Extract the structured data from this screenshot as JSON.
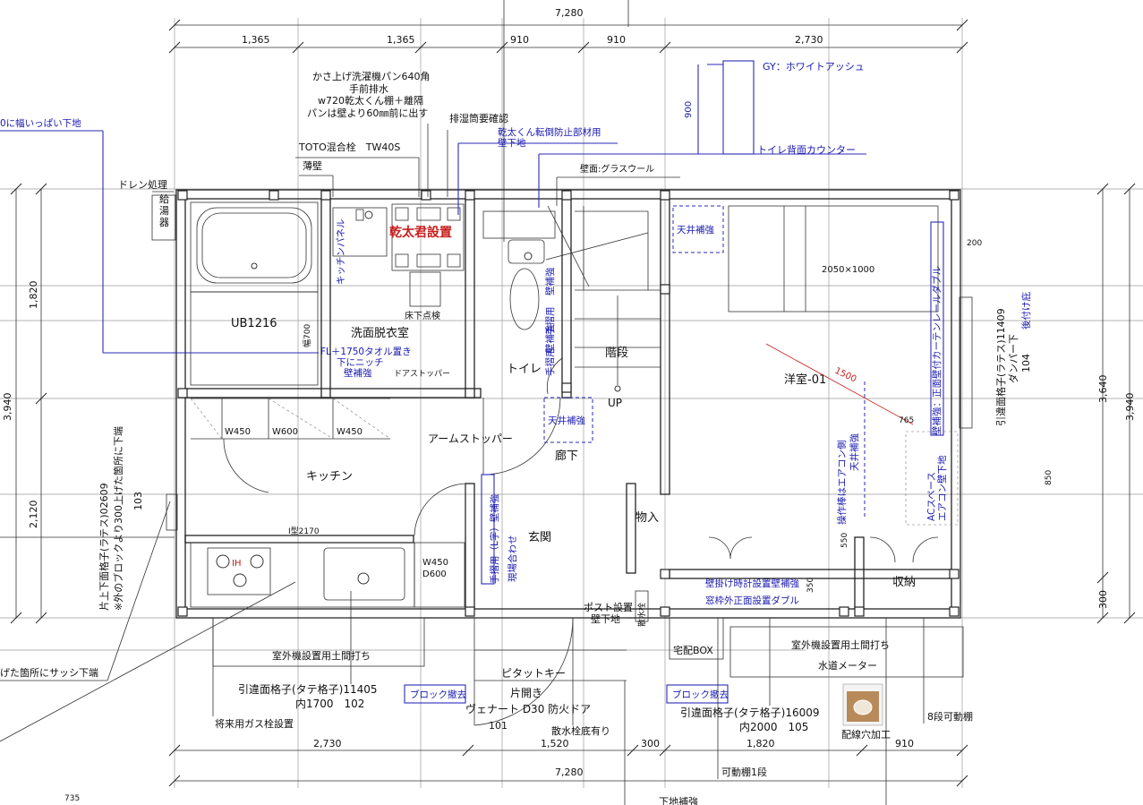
{
  "dimensions": {
    "top_total": "7,280",
    "top_segments": [
      "1,365",
      "1,365",
      "910",
      "910",
      "2,730"
    ],
    "bottom_segments": [
      "2,730",
      "1,520",
      "300",
      "1,820",
      "910"
    ],
    "bottom_total": "7,280",
    "left_total": "3,940",
    "left_segments": [
      "1,820",
      "2,120"
    ],
    "right_total_outer": "3,940",
    "right_total_inner": "3,640",
    "right_bottom": "300",
    "misc_left": "103",
    "misc_bottom_left": "735",
    "dim_900": "900",
    "dim_200": "200",
    "dim_850": "850",
    "dim_550": "550",
    "dim_350": "350"
  },
  "rooms": {
    "ub": "UB1216",
    "washroom": "洗面脱衣室",
    "toilet": "トイレ",
    "stairs": "階段",
    "up": "UP",
    "kitchen": "キッチン",
    "corridor": "廊下",
    "entrance": "玄関",
    "storage_small": "物入",
    "western_room": "洋室-01",
    "closet": "収納",
    "kyuto": "給湯器"
  },
  "annotations": {
    "laundry_pan": "かさ上げ洗濯機パン640角",
    "front_drain": "手前排水",
    "kantakun_shelf": "w720乾太くん棚＋離隔",
    "pan_offset": "パンは壁より60㎜前に出す",
    "exhaust_pipe": "排湿筒要確認",
    "toto_faucet": "TOTO混合栓　TW40S",
    "thin_wall": "薄壁",
    "drain": "ドレン処理",
    "kantakun_install": "乾太君設置",
    "floor_inspection": "床下点検",
    "door_stopper": "ドアストッパー",
    "arm_stopper": "アームストッパー",
    "wall_finish": "壁面:グラスウール",
    "gy_color": "GY：ホワイトアッシュ",
    "toilet_counter": "トイレ背面カウンター",
    "size_2050": "2050×1000",
    "dim_1500": "1500",
    "dim_765": "765",
    "kitchen_type": "I型2170",
    "w450_a": "W450",
    "w600": "W600",
    "w450_b": "W450",
    "w450_d600": "W450\nD600",
    "width_700": "幅700",
    "ih": "IH",
    "outdoor_unit_left": "室外機設置用土間打ち",
    "outdoor_unit_right": "室外機設置用土間打ち",
    "water_meter": "水道メーター",
    "window_left": "引違面格子(タテ格子)11405",
    "window_left_sub": "内1700　102",
    "future_gas": "将来用ガス栓設置",
    "block_remove_left": "ブロック撤去",
    "block_remove_right": "ブロック撤去",
    "pitatto_key": "ピタットキー",
    "single_swing": "片開き",
    "door_spec": "ヴェナート D30 防火ドア",
    "door_no": "101",
    "drain_hose": "散水栓底有り",
    "window_right": "引違面格子(タテ格子)16009",
    "window_right_sub": "内2000　105",
    "wiring_hole": "配線穴加工",
    "movable_shelf_8": "8段可動棚",
    "movable_shelf_1": "可動棚1段",
    "post": "ポスト設置",
    "wall_base_post": "壁下地",
    "delivery_box": "宅配BOX",
    "drain_box": "散水栓",
    "window_side_left": "片上下面格子(ラテス)02609",
    "window_side_left_sub": "※外のブロックより300上げた箇所に下端",
    "left_note_top": "0に幅いっぱい下地",
    "left_note_bottom": "げた箇所にサッシ下端",
    "window_side_right": "引違面格子(ラテス)11409",
    "window_side_right_sub": "ダンパー下",
    "window_side_right_no": "104",
    "retrofit": "後付け庇",
    "under_base": "下地補強"
  },
  "blue_notes": {
    "kitchen_panel": "キッチンパネル",
    "kantakun_fall": "乾太くん転倒防止部材用",
    "wall_base": "壁下地",
    "towel": "FL＋1750タオル置き",
    "niche": "下にニッチ",
    "wall_reinforce_wash": "壁補強",
    "ceiling_reinforce_1": "天井補強",
    "ceiling_reinforce_2": "天井補強",
    "handrail_1": "手摺用",
    "handrail_1b": "壁補強",
    "handrail_2": "手摺用",
    "handrail_2b": "壁補強",
    "handrail_3": "手摺用（L字）壁補強",
    "site_adjust": "現場合わせ",
    "aircon_control": "操作棒はエアコン側",
    "ceiling_reinforce_3": "天井補強",
    "curtain": "壁補強：正面壁付カーテンレールダブル",
    "ac_space": "ACスペース",
    "ac_base": "エアコン壁下地",
    "clock": "壁掛け時計設置壁補強",
    "window_frame": "窓枠外正面設置ダブル"
  },
  "colors": {
    "wall": "#222222",
    "annotation_blue": "#1a1ab0",
    "highlight_red": "#c81e1e",
    "grid": "#9a9a9a"
  }
}
